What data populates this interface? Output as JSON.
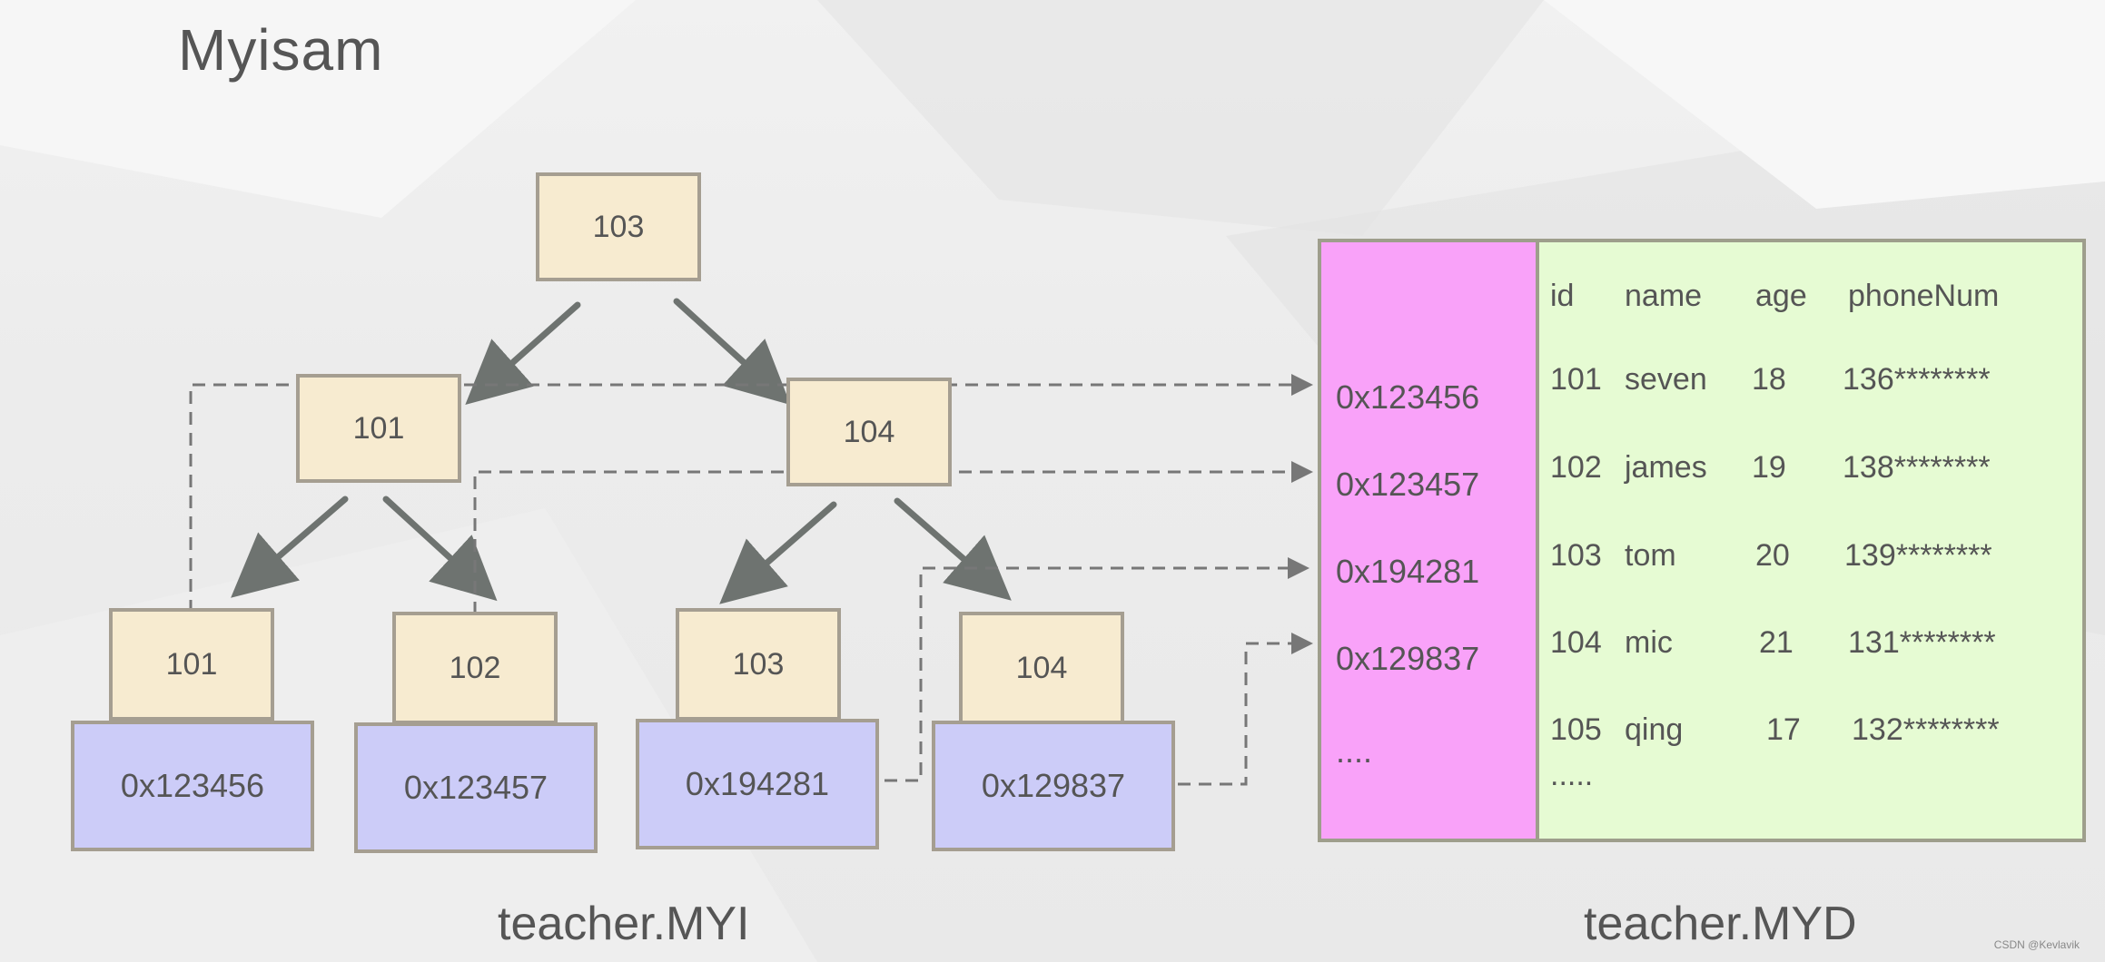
{
  "title": "Myisam",
  "index_tree": {
    "root": "103",
    "level1": [
      "101",
      "104"
    ],
    "leaves": [
      {
        "key": "101",
        "pointer": "0x123456"
      },
      {
        "key": "102",
        "pointer": "0x123457"
      },
      {
        "key": "103",
        "pointer": "0x194281"
      },
      {
        "key": "104",
        "pointer": "0x129837"
      }
    ]
  },
  "data_file": {
    "addresses": [
      "0x123456",
      "0x123457",
      "0x194281",
      "0x129837",
      "...."
    ],
    "columns": [
      "id",
      "name",
      "age",
      "phoneNum"
    ],
    "rows": [
      [
        "101",
        "seven",
        "18",
        "136********"
      ],
      [
        "102",
        "james",
        "19",
        "138********"
      ],
      [
        "103",
        "tom",
        "20",
        "139********"
      ],
      [
        "104",
        "mic",
        "21",
        "131********"
      ],
      [
        "105",
        "qing",
        "17",
        "132********"
      ]
    ],
    "more": "....."
  },
  "captions": {
    "index_file": "teacher.MYI",
    "data_file": "teacher.MYD"
  },
  "credit": "CSDN @Kevlavik",
  "colors": {
    "key_fill": "#f7ebd0",
    "pointer_fill": "#ccccf8",
    "address_fill": "#f9a2f9",
    "row_fill": "#e6fbd3",
    "arrow": "#6e7370"
  }
}
